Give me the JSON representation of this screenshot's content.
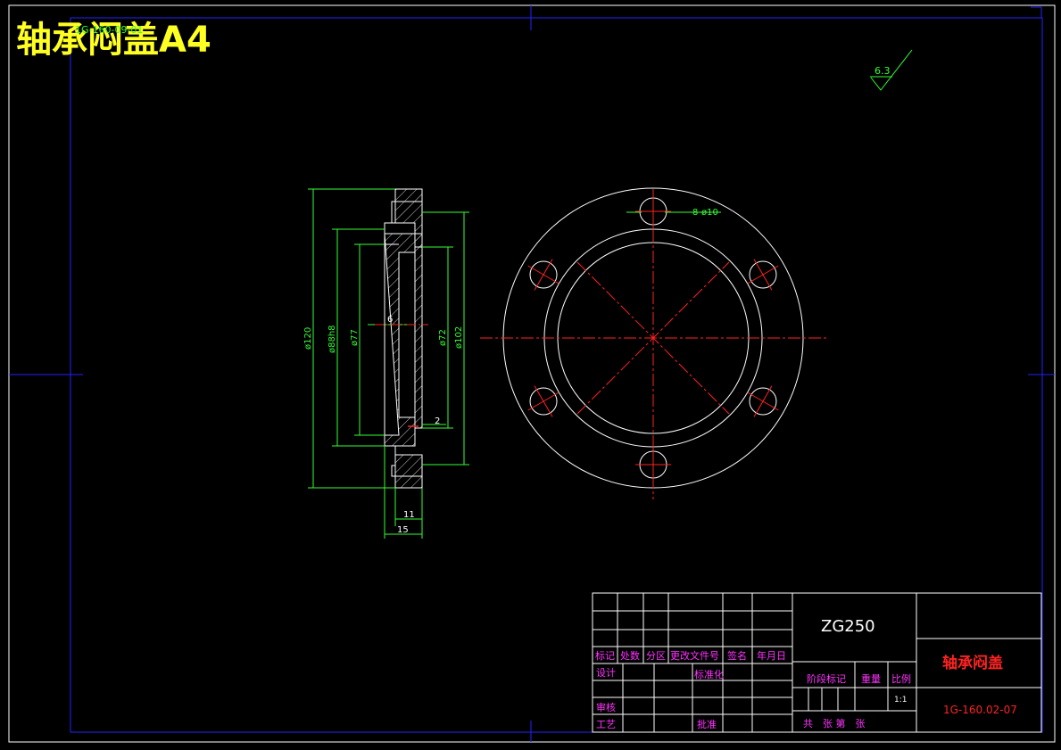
{
  "colors": {
    "background": "#000000",
    "frame": "#2222ff",
    "outline": "#ffffff",
    "dimension": "#33ff33",
    "centerline": "#ff2222",
    "title_yellow": "#ffff22",
    "title_block_magenta": "#ff33ff",
    "title_block_red": "#ff2222"
  },
  "header": {
    "title": "轴承闷盖A4",
    "overlay_text": "1G-160-09-01"
  },
  "surface_finish": {
    "value": "6.3"
  },
  "section_view": {
    "dims": {
      "d120": "ø120",
      "d88": "ø88h8",
      "d77": "ø77",
      "d72": "ø72",
      "d102": "ø102",
      "w6": "6",
      "w2": "2",
      "w11": "11",
      "w15": "15"
    }
  },
  "front_view": {
    "hole_note": "8-ø10",
    "hole_count": 6
  },
  "title_block": {
    "material": "ZG250",
    "part_name": "轴承闷盖",
    "drawing_no": "1G-160.02-07",
    "scale": "1:1",
    "header_cells": [
      "标记",
      "处数",
      "分区",
      "更改文件号",
      "签名",
      "年月日"
    ],
    "row_design": "设计",
    "row_standard": "标准化",
    "row_review": "审核",
    "row_process": "工艺",
    "row_approve": "批准",
    "stage_mark": "阶段标记",
    "weight": "重量",
    "ratio": "比例",
    "sheets": "共　张 第　张"
  }
}
